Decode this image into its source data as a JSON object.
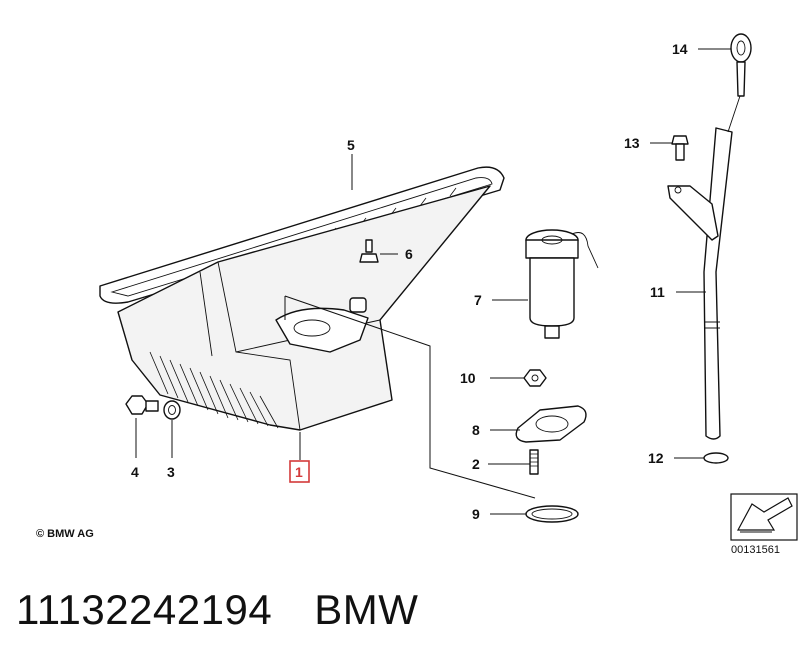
{
  "diagram": {
    "labels": {
      "p1": "1",
      "p2": "2",
      "p3": "3",
      "p4": "4",
      "p5": "5",
      "p6": "6",
      "p7": "7",
      "p8": "8",
      "p9": "9",
      "p10": "10",
      "p11": "11",
      "p12": "12",
      "p13": "13",
      "p14": "14"
    },
    "highlighted_part": "1",
    "highlight_color": "#d43a3a",
    "copyright": "© BMW AG",
    "image_code": "00131561"
  },
  "footer": {
    "part_number": "11132242194",
    "brand": "BMW"
  }
}
